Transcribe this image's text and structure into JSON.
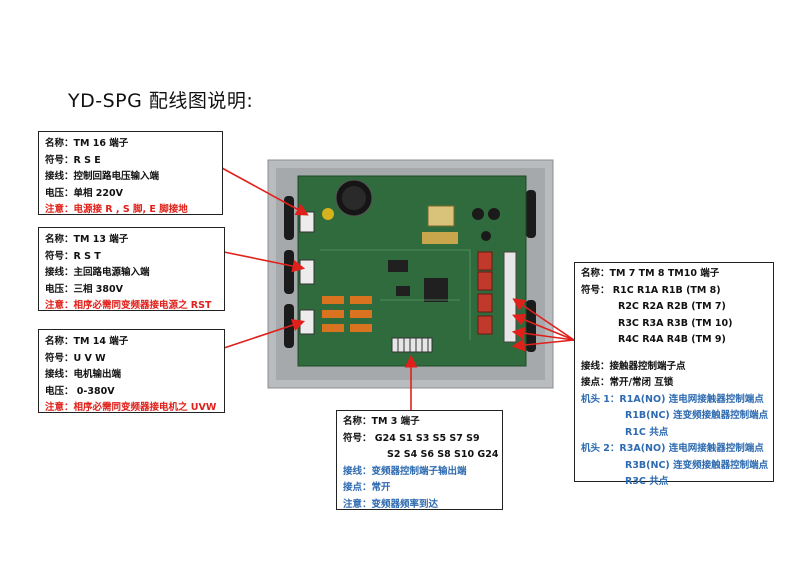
{
  "title": "YD-SPG  配线图说明:",
  "colors": {
    "label_red": "#e0201a",
    "label_blue": "#2e6bb0",
    "arrow": "#e0201a",
    "pcb_green": "#2f6b3c"
  },
  "box_tm16": {
    "rows": [
      {
        "text": "名称：TM 16  端子",
        "color": "black"
      },
      {
        "text": "符号：R S E",
        "color": "black"
      },
      {
        "text": "接线：控制回路电压输入端",
        "color": "black"
      },
      {
        "text": "电压：单相  220V",
        "color": "black"
      },
      {
        "text": "注意：电源接 R , S 脚, E 脚接地",
        "color": "red"
      }
    ]
  },
  "box_tm13": {
    "rows": [
      {
        "text": "名称：TM 13  端子",
        "color": "black"
      },
      {
        "text": "符号：R S T",
        "color": "black"
      },
      {
        "text": "接线：主回路电源输入端",
        "color": "black"
      },
      {
        "text": "电压：三相  380V",
        "color": "black"
      },
      {
        "text": "注意：相序必需同变频器接电源之 RST",
        "color": "red"
      }
    ]
  },
  "box_tm14": {
    "rows": [
      {
        "text": "名称：TM 14  端子",
        "color": "black"
      },
      {
        "text": "符号：U V W",
        "color": "black"
      },
      {
        "text": "接线：电机输出端",
        "color": "black"
      },
      {
        "text": "电压：  0-380V",
        "color": "black"
      },
      {
        "text": "注意：相序必需同变频器接电机之 UVW",
        "color": "red"
      }
    ]
  },
  "box_tm3": {
    "rows": [
      {
        "text": "名称：TM 3  端子",
        "color": "black",
        "indent": 0
      },
      {
        "text": "符号：  G24 S1 S3 S5 S7 S9",
        "color": "black",
        "indent": 0
      },
      {
        "text": "S2 S4 S6 S8 S10 G24",
        "color": "black",
        "indent": 2
      },
      {
        "text": "接线：变频器控制端子输出端",
        "color": "blue",
        "indent": 0
      },
      {
        "text": "接点：常开",
        "color": "blue",
        "indent": 0
      },
      {
        "text": "注意：变频器频率到达",
        "color": "blue",
        "indent": 0
      }
    ]
  },
  "box_tm7": {
    "rows": [
      {
        "text": "名称：TM 7    TM 8    TM10  端子",
        "color": "black",
        "indent": 0
      },
      {
        "text": "符号：  R1C R1A R1B (TM 8)",
        "color": "black",
        "indent": 0
      },
      {
        "text": "R2C R2A R2B (TM 7)",
        "color": "black",
        "indent": 1
      },
      {
        "text": "R3C R3A R3B (TM 10)",
        "color": "black",
        "indent": 1
      },
      {
        "text": "R4C R4A R4B (TM 9)",
        "color": "black",
        "indent": 1
      },
      {
        "text": "",
        "color": "black",
        "indent": 0
      },
      {
        "text": "接线：接触器控制端子点",
        "color": "black",
        "indent": 0
      },
      {
        "text": "接点：常开/常闭  互锁",
        "color": "black",
        "indent": 0
      },
      {
        "text": "机头 1：R1A(NO)  连电网接触器控制端点",
        "color": "blue",
        "indent": 0
      },
      {
        "text": "R1B(NC)  连变频接触器控制端点",
        "color": "blue",
        "indent": 2
      },
      {
        "text": "R1C  共点",
        "color": "blue",
        "indent": 2
      },
      {
        "text": "机头 2：R3A(NO)  连电网接触器控制端点",
        "color": "blue",
        "indent": 0
      },
      {
        "text": "R3B(NC)  连变频接触器控制端点",
        "color": "blue",
        "indent": 2
      },
      {
        "text": "R3C  共点",
        "color": "blue",
        "indent": 2
      }
    ]
  }
}
